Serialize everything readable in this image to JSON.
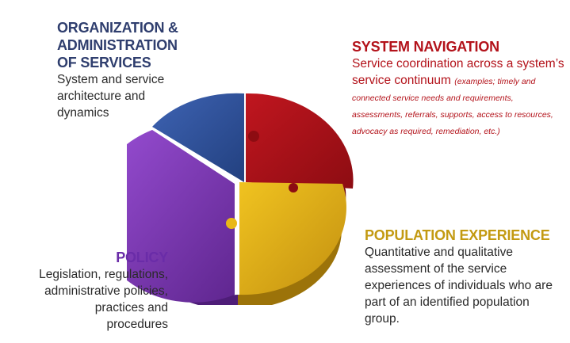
{
  "org": {
    "title_lines": [
      "ORGANIZATION &",
      "ADMINISTRATION",
      "OF SERVICES"
    ],
    "desc_lines": [
      "System and service",
      "architecture and",
      "dynamics"
    ]
  },
  "nav": {
    "title": "SYSTEM NAVIGATION",
    "desc_lines": [
      "Service coordination across a system’s",
      "service continuum"
    ],
    "note_lines": [
      "(examples; timely and",
      "connected service needs and requirements,",
      "assessments, referrals, supports, access to resources,",
      "advocacy as required, remediation, etc.)"
    ]
  },
  "pop": {
    "title": "POPULATION EXPERIENCE",
    "desc_lines": [
      "Quantitative and qualitative",
      "assessment of the service",
      "experiences of individuals who are",
      "part of an identified population",
      "group."
    ]
  },
  "pol": {
    "title": "POLICY",
    "desc_lines": [
      "Legislation, regulations,",
      "administrative policies,",
      "practices and",
      "procedures"
    ]
  },
  "colors": {
    "blue": "#2c4f9a",
    "red": "#a8121a",
    "gold": "#d4a614",
    "purple": "#7a37b7"
  }
}
